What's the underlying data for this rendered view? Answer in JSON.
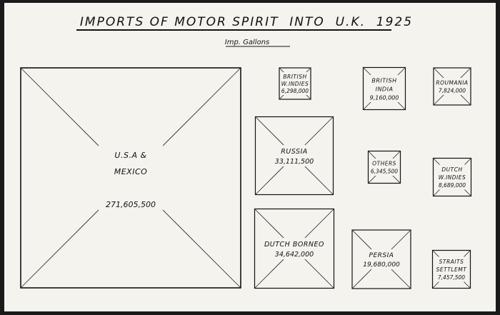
{
  "chart_data": {
    "type": "proportional-area",
    "title": "IMPORTS OF MOTOR SPIRIT  INTO  U.K.  1925",
    "subtitle": "Imp. Gallons",
    "items": [
      {
        "name_lines": [
          "U.S.A &",
          "MEXICO"
        ],
        "value_text": "271,605,500",
        "value": 271605500
      },
      {
        "name_lines": [
          "BRITISH",
          "W.INDIES"
        ],
        "value_text": "6,298,000",
        "value": 6298000
      },
      {
        "name_lines": [
          "BRITISH",
          "INDIA"
        ],
        "value_text": "9,160,000",
        "value": 9160000
      },
      {
        "name_lines": [
          "ROUMANIA"
        ],
        "value_text": "7,824,000",
        "value": 7824000
      },
      {
        "name_lines": [
          "RUSSIA"
        ],
        "value_text": "33,111,500",
        "value": 33111500
      },
      {
        "name_lines": [
          "OTHERS"
        ],
        "value_text": "6,345,500",
        "value": 6345500
      },
      {
        "name_lines": [
          "DUTCH",
          "W.INDIES"
        ],
        "value_text": "8,689,000",
        "value": 8689000
      },
      {
        "name_lines": [
          "DUTCH BORNEO"
        ],
        "value_text": "34,642,000",
        "value": 34642000
      },
      {
        "name_lines": [
          "PERSIA"
        ],
        "value_text": "19,680,000",
        "value": 19680000
      },
      {
        "name_lines": [
          "STRAITS",
          "SETTLEMT"
        ],
        "value_text": "7,457,500",
        "value": 7457500
      }
    ]
  }
}
